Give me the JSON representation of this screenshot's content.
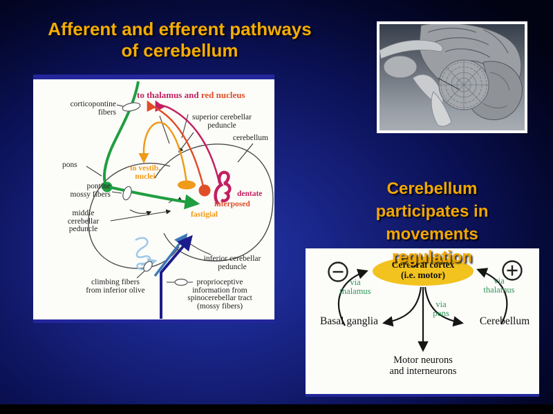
{
  "slide": {
    "title_line1": "Afferent and efferent pathways",
    "title_line2": "of cerebellum",
    "subtitle": "Cerebellum\nparticipates in\nmovements\nregulation"
  },
  "colors": {
    "title_gold": "#F5AD00",
    "background_navy": "#17227f",
    "figure_green": "#1F9E40",
    "figure_magenta": "#C22060",
    "figure_red_orange": "#E04E28",
    "figure_orange": "#EF9A18",
    "figure_navy_arrow": "#1C1C8C",
    "figure_steel_blue": "#3C78B4",
    "figure_light_blue": "#9EC8E8",
    "cortex_ellipse_yellow": "#F2C21E",
    "via_green": "#2E9658"
  },
  "pathway_figure": {
    "labels": {
      "to_thalamus": "to thalamus and",
      "red_nucleus": "red nucleus",
      "corticopontine": "corticopontine\nfibers",
      "superior_peduncle": "superior cerebellar\npeduncle",
      "cerebellum": "cerebellum",
      "pons": "pons",
      "to_vestib": "to vestib.\nnuclei",
      "pontine_mossy": "pontine\nmossy fibers",
      "middle_peduncle": "middle\ncerebellar\npeduncle",
      "dentate": "dentate",
      "interposed": "interposed",
      "fastigial": "fastigial",
      "climbing": "climbing fibers\nfrom inferior olive",
      "inferior_peduncle": "inferior cerebellar\npeduncle",
      "proprioceptive": "proprioceptive\ninformation from\nspinocerebellar tract\n(mossy fibers)"
    }
  },
  "regulation_figure": {
    "cortex": "Cerebral cortex\n(i.e. motor)",
    "via_thalamus_left": "via\nthalamus",
    "via_thalamus_right": "via\nthalamus",
    "via_pons": "via\npons",
    "basal_ganglia": "Basal ganglia",
    "cerebellum": "Cerebellum",
    "motor_neurons": "Motor neurons\nand interneurons"
  }
}
